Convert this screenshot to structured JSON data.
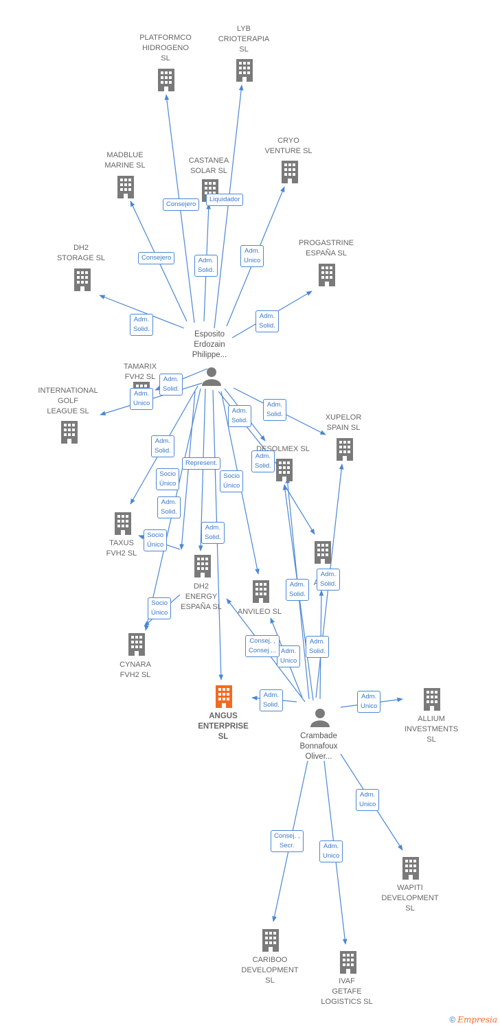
{
  "colors": {
    "edge": "#4a87d4",
    "building": "#7a7a7a",
    "main_building": "#f26a21",
    "person": "#7a7a7a",
    "text": "#666666"
  },
  "companies": {
    "platformco": [
      "PLATFORMCO",
      "HIDROGENO",
      "SL"
    ],
    "lyb": [
      "LYB",
      "CRIOTERAPIA",
      "SL"
    ],
    "cryo": [
      "CRYO",
      "VENTURE  SL"
    ],
    "madblue": [
      "MADBLUE",
      "MARINE  SL"
    ],
    "castanea": [
      "CASTANEA",
      "SOLAR  SL"
    ],
    "dh2storage": [
      "DH2",
      "STORAGE  SL"
    ],
    "progastrine": [
      "PROGASTRINE",
      "ESPAÑA  SL"
    ],
    "tamarix": [
      "TAMARIX",
      "FVH2  SL"
    ],
    "intgolf": [
      "INTERNATIONAL",
      "GOLF",
      "LEAGUE  SL"
    ],
    "xupelor": [
      "XUPELOR",
      "SPAIN SL"
    ],
    "desolmex": [
      "DESOLMEX  SL"
    ],
    "taxus": [
      "TAXUS",
      "FVH2  SL"
    ],
    "te": [
      "TE",
      "ANA  SL"
    ],
    "dh2energy": [
      "DH2",
      "ENERGY",
      "ESPAÑA  SL"
    ],
    "anvileo": [
      "ANVILEO  SL"
    ],
    "cynara": [
      "CYNARA",
      "FVH2  SL"
    ],
    "angus": [
      "ANGUS",
      "ENTERPRISE",
      "SL"
    ],
    "allium": [
      "ALLIUM",
      "INVESTMENTS",
      "SL"
    ],
    "wapiti": [
      "WAPITI",
      "DEVELOPMENT",
      "SL"
    ],
    "cariboo": [
      "CARIBOO",
      "DEVELOPMENT",
      "SL"
    ],
    "ivaf": [
      "IVAF",
      "GETAFE",
      "LOGISTICS  SL"
    ]
  },
  "persons": {
    "esposito": [
      "Esposito",
      "Erdozain",
      "Philippe..."
    ],
    "crambade": [
      "Crambade",
      "Bonnafoux",
      "Oliver..."
    ]
  },
  "relations": {
    "consejero_1": [
      "Consejero"
    ],
    "liquidador": [
      "Liquidador"
    ],
    "consejero_2": [
      "Consejero"
    ],
    "adm_solid_castanea": [
      "Adm.",
      "Solid."
    ],
    "adm_unico_cryo": [
      "Adm.",
      "Unico"
    ],
    "adm_solid_dh2storage": [
      "Adm.",
      "Solid."
    ],
    "adm_solid_progastrine": [
      "Adm.",
      "Solid."
    ],
    "adm_solid_tamarix": [
      "Adm.",
      "Solid."
    ],
    "adm_unico_intgolf": [
      "Adm.",
      "Unico"
    ],
    "adm_solid_desolmex": [
      "Adm.",
      "Solid."
    ],
    "adm_solid_xupelor": [
      "Adm.",
      "Solid."
    ],
    "adm_solid_taxus": [
      "Adm.",
      "Solid."
    ],
    "represent": [
      "Represent."
    ],
    "adm_solid_te": [
      "Adm.",
      "Solid."
    ],
    "socio_unico_1": [
      "Socio",
      "Único"
    ],
    "socio_unico_2": [
      "Socio",
      "Único"
    ],
    "adm_solid_cynara": [
      "Adm.",
      "Solid."
    ],
    "adm_solid_angus_e": [
      "Adm.",
      "Solid."
    ],
    "socio_unico_3": [
      "Socio",
      "Único"
    ],
    "socio_unico_4": [
      "Socio",
      "Único"
    ],
    "adm_solid_c1": [
      "Adm.",
      "Solid."
    ],
    "adm_solid_c2": [
      "Adm.",
      "Solid."
    ],
    "consej_consej": [
      "Consej. ,",
      "Consej...."
    ],
    "adm_unico_c": [
      "Adm.",
      "Unico"
    ],
    "adm_solid_c3": [
      "Adm.",
      "Solid."
    ],
    "adm_solid_angus_c": [
      "Adm.",
      "Solid."
    ],
    "adm_unico_allium": [
      "Adm.",
      "Unico"
    ],
    "adm_unico_wapiti": [
      "Adm.",
      "Unico"
    ],
    "consej_secr": [
      "Consej. ,",
      "Secr."
    ],
    "adm_unico_ivaf": [
      "Adm.",
      "Unico"
    ]
  },
  "footer": {
    "copyright": "©",
    "brand": "Empresia"
  }
}
